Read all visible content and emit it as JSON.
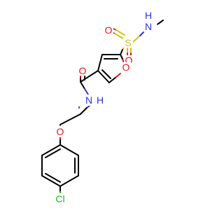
{
  "molecule": {
    "atoms": {
      "o_carbonyl": "O",
      "n_amide": "N",
      "h_amide": "H",
      "o_furan": "O",
      "s_sulfonyl": "S",
      "o_sulfonyl_left": "O",
      "o_sulfonyl_bottom": "O",
      "n_sulfonamide": "N",
      "h_sulfonamide": "H",
      "o_ether": "O",
      "cl": "Cl"
    },
    "colors": {
      "carbon": "#000000",
      "oxygen": "#e8151b",
      "nitrogen": "#2a35d6",
      "sulfur": "#d2c21b",
      "chlorine": "#1fb714"
    }
  }
}
